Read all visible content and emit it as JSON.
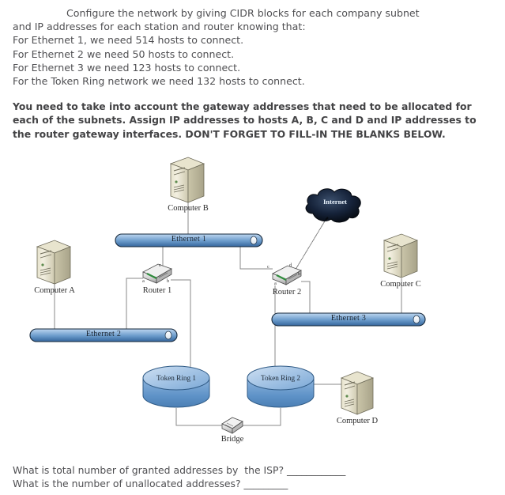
{
  "intro": {
    "line1": "Configure the network by giving CIDR blocks for each company subnet",
    "line2": "and IP addresses for each station and router knowing that:",
    "line3": "For Ethernet 1, we need 514 hosts to connect.",
    "line4": "For Ethernet 2 we need 50 hosts to connect.",
    "line5": "For Ethernet 3 we need 123 hosts to connect.",
    "line6": "For the Token Ring network we need 132 hosts to connect."
  },
  "instructions": {
    "line1": "You need to take into account the gateway addresses that need to be allocated for",
    "line2": "each of the subnets.  Assign IP addresses to hosts A, B, C and D and IP addresses to",
    "line3": "the router gateway interfaces.  DON'T FORGET TO FILL-IN THE BLANKS BELOW."
  },
  "questions": {
    "q1": "What is total number of granted addresses by  the ISP? ____________",
    "q2": "What is the number of unallocated addresses? _________"
  },
  "diagram": {
    "hosts": [
      {
        "id": "computer-a",
        "label": "Computer A"
      },
      {
        "id": "computer-b",
        "label": "Computer B"
      },
      {
        "id": "computer-c",
        "label": "Computer C"
      },
      {
        "id": "computer-d",
        "label": "Computer D"
      }
    ],
    "buses": [
      {
        "id": "ethernet-1",
        "label": "Ethernet 1"
      },
      {
        "id": "ethernet-2",
        "label": "Ethernet 2"
      },
      {
        "id": "ethernet-3",
        "label": "Ethernet 3"
      }
    ],
    "rings": [
      {
        "id": "token-ring-1",
        "label": "Token Ring 1"
      },
      {
        "id": "token-ring-2",
        "label": "Token Ring 2"
      }
    ],
    "routers": [
      {
        "id": "router-1",
        "label": "Router 1",
        "ports": {
          "a": "a",
          "b": "b",
          "c": "c"
        }
      },
      {
        "id": "router-2",
        "label": "Router 2",
        "ports": {
          "a": "a",
          "b": "b",
          "c": "c",
          "d": "d"
        }
      }
    ],
    "bridge": {
      "id": "bridge",
      "label": "Bridge"
    },
    "cloud": {
      "id": "internet",
      "label": "Internet"
    },
    "colors": {
      "bus_top": "#a8c6e8",
      "bus_bottom": "#3c74ab",
      "bus_border": "#1b2b3d",
      "ring_fill": "#9dc0e4",
      "ring_side": "#5e93c9",
      "tower_light": "#efecd8",
      "tower_dark": "#bdb89b",
      "router_body": "#d8d8d8",
      "router_accent": "#2f8b3c",
      "cloud_fill": "#121b2c",
      "link_line": "#808080",
      "text": "#2b2b2b"
    }
  }
}
